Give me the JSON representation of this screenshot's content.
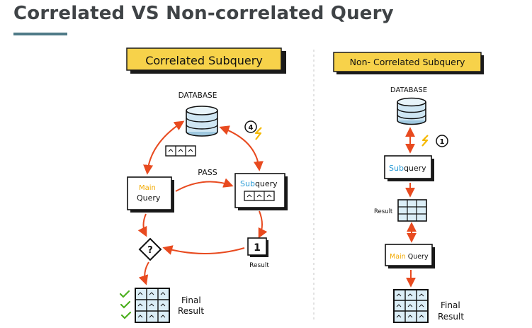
{
  "page": {
    "title": "Correlated VS Non-correlated Query"
  },
  "colors": {
    "title_text": "#3f4346",
    "underline": "#4f7a87",
    "label_bg": "#f7d24a",
    "arrow": "#e84a1f",
    "lightning": "#f5b800",
    "main_accent": "#f2a900",
    "sub_accent": "#2a9bd6",
    "db_fill": "#cfe6f3",
    "table_fill": "#dbeef7",
    "check": "#4caf1f"
  },
  "correlated": {
    "label": "Correlated Subquery",
    "database_label": "DATABASE",
    "step_number": "4",
    "pass_label": "PASS",
    "main_word": "Main",
    "query_word": "Query",
    "sub_word": "Sub",
    "query_suffix": "query",
    "decision_symbol": "?",
    "result_number": "1",
    "result_label": "Result",
    "final_line1": "Final",
    "final_line2": "Result"
  },
  "non_correlated": {
    "label": "Non- Correlated Subquery",
    "database_label": "DATABASE",
    "step_number": "1",
    "sub_word": "Sub",
    "query_suffix": "query",
    "result_label": "Result",
    "main_word": "Main",
    "query_word": "Query",
    "final_line1": "Final",
    "final_line2": "Result"
  }
}
